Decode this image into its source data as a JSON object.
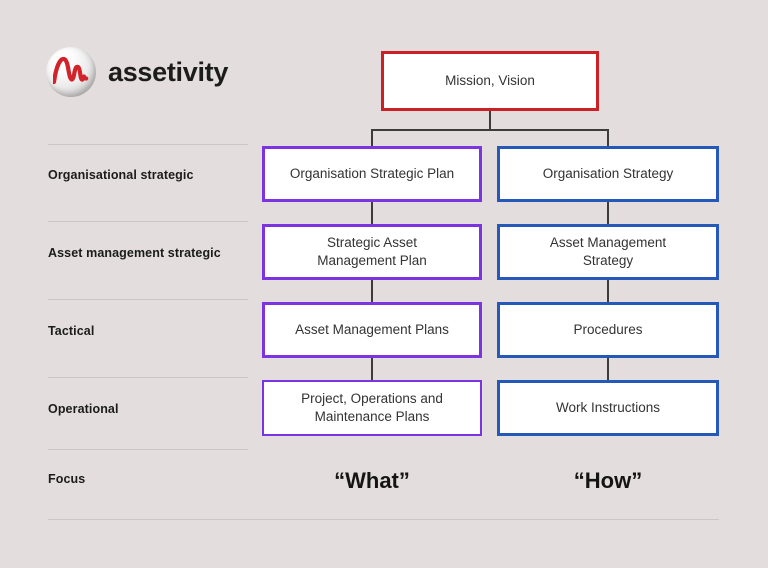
{
  "brand": {
    "name": "assetivity",
    "mark": "assetivity-sphere-logo"
  },
  "diagram": {
    "title_node": {
      "label": "Mission, Vision",
      "color": "#cc2027"
    },
    "rows": [
      {
        "label": "Organisational strategic"
      },
      {
        "label": "Asset management strategic"
      },
      {
        "label": "Tactical"
      },
      {
        "label": "Operational"
      },
      {
        "label": "Focus"
      }
    ],
    "columns": [
      {
        "key": "what",
        "color": "#7b34e0",
        "focus": "“What”"
      },
      {
        "key": "how",
        "color": "#2558b8",
        "focus": "“How”"
      }
    ],
    "nodes": {
      "what": [
        "Organisation Strategic Plan",
        "Strategic Asset\nManagement Plan",
        "Asset Management Plans",
        "Project, Operations and\nMaintenance Plans"
      ],
      "how": [
        "Organisation Strategy",
        "Asset Management\nStrategy",
        "Procedures",
        "Work Instructions"
      ]
    }
  }
}
